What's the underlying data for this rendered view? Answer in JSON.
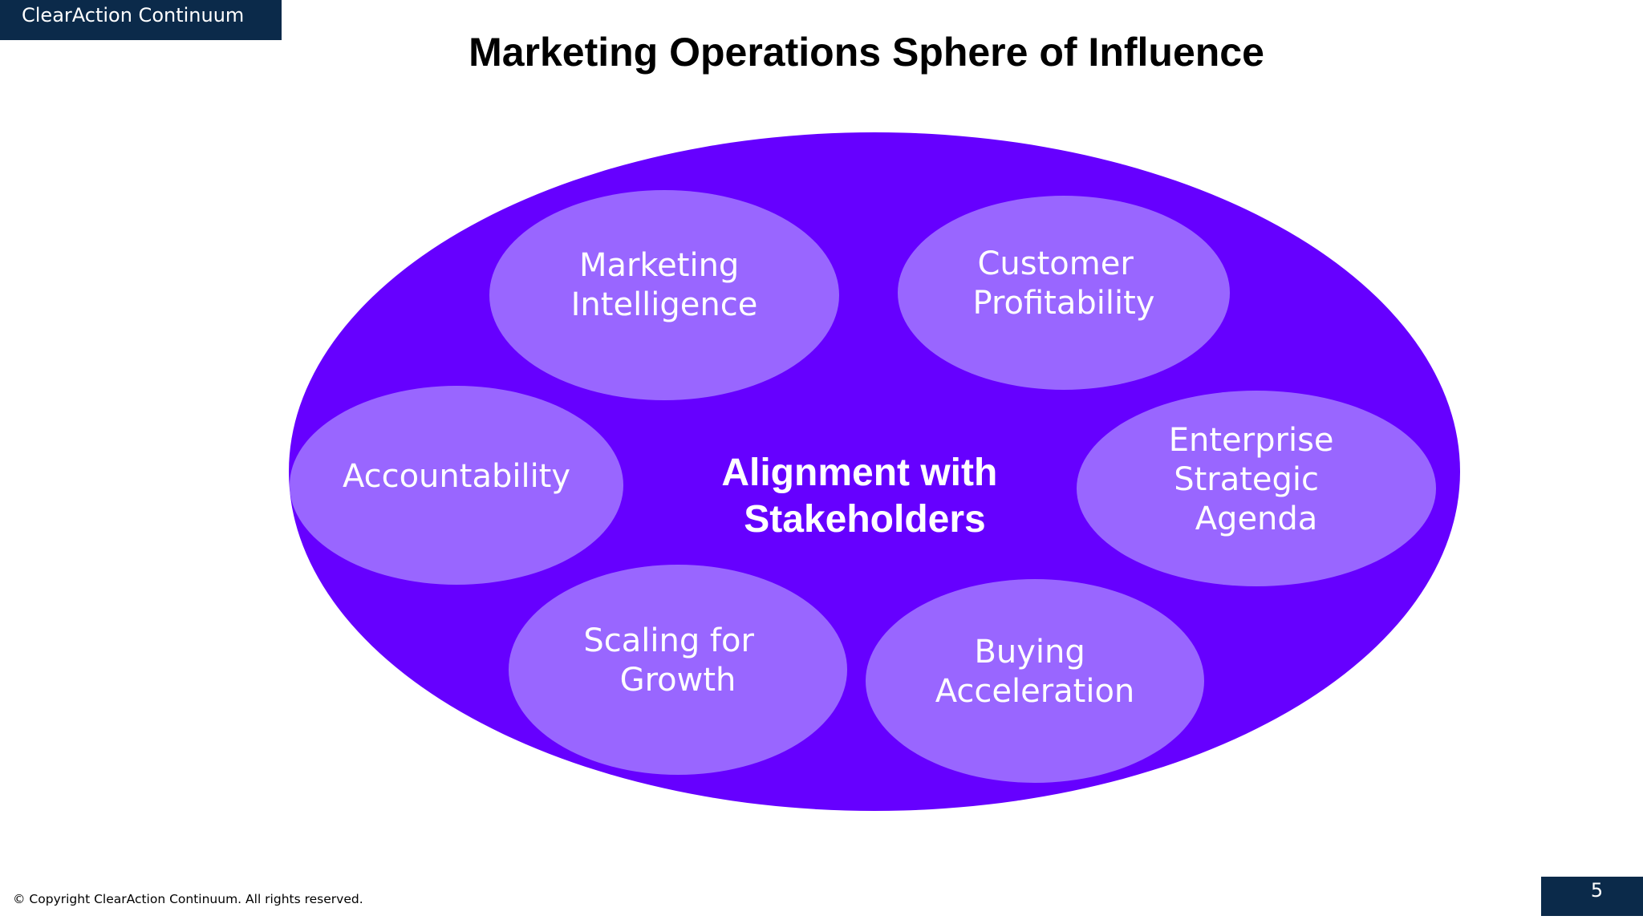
{
  "header": {
    "brand": "ClearAction Continuum",
    "title": "Marketing Operations Sphere of Influence"
  },
  "diagram": {
    "center": {
      "lines": [
        "Alignment with",
        "Stakeholders"
      ]
    },
    "bubbles": [
      {
        "id": "marketing-intelligence",
        "lines": [
          "Marketing",
          "Intelligence"
        ]
      },
      {
        "id": "customer-profitability",
        "lines": [
          "Customer",
          "Profitability"
        ]
      },
      {
        "id": "accountability",
        "lines": [
          "Accountability"
        ]
      },
      {
        "id": "enterprise-strategic-agenda",
        "lines": [
          "Enterprise",
          "Strategic",
          "Agenda"
        ]
      },
      {
        "id": "scaling-for-growth",
        "lines": [
          "Scaling for",
          "Growth"
        ]
      },
      {
        "id": "buying-acceleration",
        "lines": [
          "Buying",
          "Acceleration"
        ]
      }
    ],
    "colors": {
      "outer": "#6600ff",
      "bubble": "#9966ff",
      "text": "#ffffff"
    }
  },
  "footer": {
    "copyright": "© Copyright ClearAction Continuum. All rights reserved.",
    "page_number": "5"
  }
}
